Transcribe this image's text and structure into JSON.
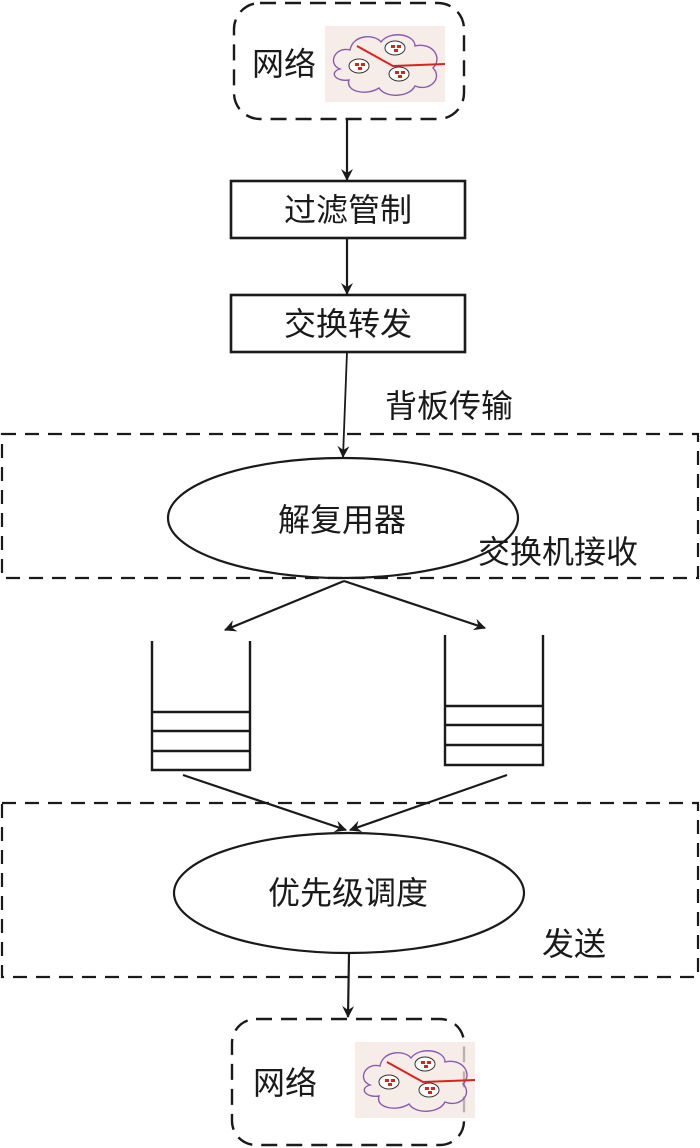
{
  "diagram": {
    "network_top": {
      "label": "网络",
      "icon": "network-cloud-icon"
    },
    "filter": {
      "label": "过滤管制"
    },
    "switch_forward": {
      "label": "交换转发"
    },
    "backplane_label": "背板传输",
    "receive_group": {
      "label": "交换机接收",
      "demux": {
        "label": "解复用器"
      }
    },
    "queues": [
      {
        "name": "queue-left",
        "filled_slots": 3
      },
      {
        "name": "queue-right",
        "filled_slots": 3
      }
    ],
    "send_group": {
      "label": "发送",
      "scheduler": {
        "label": "优先级调度"
      }
    },
    "network_bottom": {
      "label": "网络",
      "icon": "network-cloud-icon"
    }
  },
  "colors": {
    "stroke": "#1a1a1a",
    "cloud_outline": "#8a5bb0",
    "cloud_link": "#e02020",
    "cloud_bg": "#f3e6e0"
  }
}
